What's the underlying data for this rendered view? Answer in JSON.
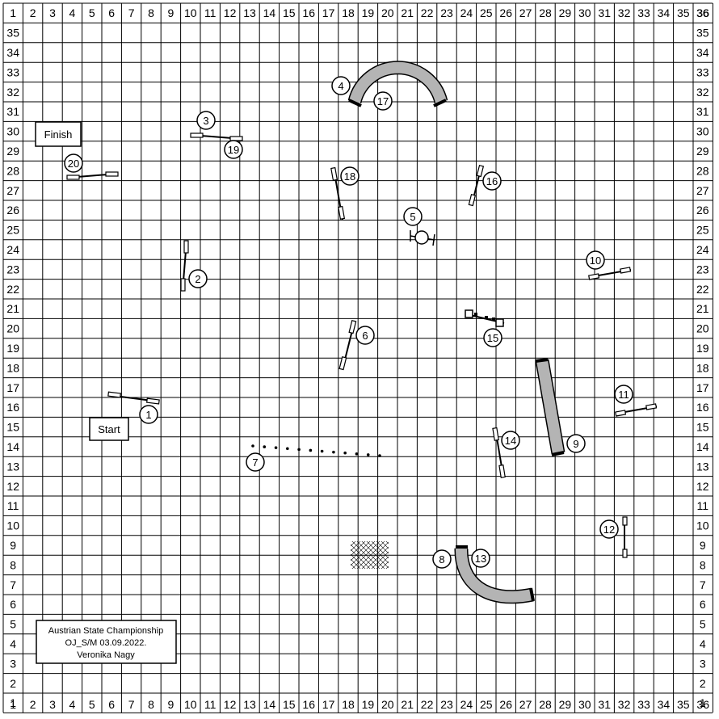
{
  "grid": {
    "x_labels": [
      "1",
      "2",
      "3",
      "4",
      "5",
      "6",
      "7",
      "8",
      "9",
      "10",
      "11",
      "12",
      "13",
      "14",
      "15",
      "16",
      "17",
      "18",
      "19",
      "20",
      "21",
      "22",
      "23",
      "24",
      "25",
      "26",
      "27",
      "28",
      "29",
      "30",
      "31",
      "32",
      "33",
      "34",
      "35",
      "36"
    ],
    "y_labels": [
      "36",
      "35",
      "34",
      "33",
      "32",
      "31",
      "30",
      "29",
      "28",
      "27",
      "26",
      "25",
      "24",
      "23",
      "22",
      "21",
      "20",
      "19",
      "18",
      "17",
      "16",
      "15",
      "14",
      "13",
      "12",
      "11",
      "10",
      "9",
      "8",
      "7",
      "6",
      "5",
      "4",
      "3",
      "2",
      "1"
    ]
  },
  "labels": {
    "start": "Start",
    "finish": "Finish"
  },
  "info": {
    "line1": "Austrian State Championship",
    "line2": "OJ_S/M  03.09.2022.",
    "line3": "Veronika Nagy"
  },
  "numbers": {
    "n1": "1",
    "n2": "2",
    "n3": "3",
    "n4": "4",
    "n5": "5",
    "n6": "6",
    "n7": "7",
    "n8": "8",
    "n9": "9",
    "n10": "10",
    "n11": "11",
    "n12": "12",
    "n13": "13",
    "n14": "14",
    "n15": "15",
    "n16": "16",
    "n17": "17",
    "n18": "18",
    "n19": "19",
    "n20": "20"
  },
  "colors": {
    "grid": "#000000",
    "tunnel": "#b4b4b4",
    "background": "#ffffff"
  }
}
